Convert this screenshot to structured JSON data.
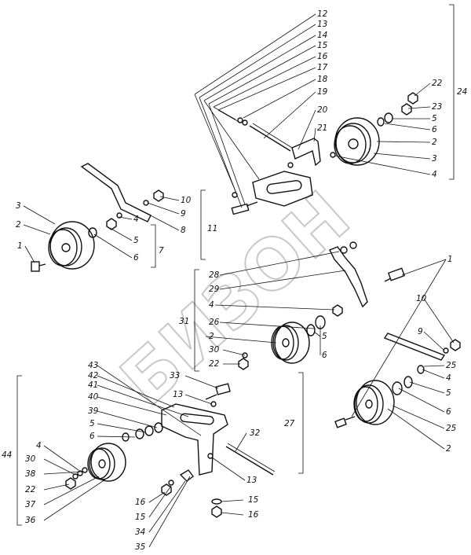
{
  "watermark": {
    "text": "БИЗОН"
  },
  "labels": [
    {
      "id": "l12",
      "text": "12"
    },
    {
      "id": "l13a",
      "text": "13"
    },
    {
      "id": "l14",
      "text": "14"
    },
    {
      "id": "l15a",
      "text": "15"
    },
    {
      "id": "l16a",
      "text": "16"
    },
    {
      "id": "l17",
      "text": "17"
    },
    {
      "id": "l18",
      "text": "18"
    },
    {
      "id": "l19",
      "text": "19"
    },
    {
      "id": "l20",
      "text": "20"
    },
    {
      "id": "l21",
      "text": "21"
    },
    {
      "id": "l22a",
      "text": "22"
    },
    {
      "id": "l23",
      "text": "23"
    },
    {
      "id": "l5a",
      "text": "5"
    },
    {
      "id": "l6a",
      "text": "6"
    },
    {
      "id": "l2a",
      "text": "2"
    },
    {
      "id": "l3a",
      "text": "3"
    },
    {
      "id": "l4a",
      "text": "4"
    },
    {
      "id": "l24",
      "text": "24"
    },
    {
      "id": "l10a",
      "text": "10"
    },
    {
      "id": "l9a",
      "text": "9"
    },
    {
      "id": "l8",
      "text": "8"
    },
    {
      "id": "l11",
      "text": "11"
    },
    {
      "id": "l3b",
      "text": "3"
    },
    {
      "id": "l2b",
      "text": "2"
    },
    {
      "id": "l4b",
      "text": "4"
    },
    {
      "id": "l5b",
      "text": "5"
    },
    {
      "id": "l6b",
      "text": "6"
    },
    {
      "id": "l7",
      "text": "7"
    },
    {
      "id": "l1a",
      "text": "1"
    },
    {
      "id": "l1b",
      "text": "1"
    },
    {
      "id": "l28",
      "text": "28"
    },
    {
      "id": "l29",
      "text": "29"
    },
    {
      "id": "l4c",
      "text": "4"
    },
    {
      "id": "l31",
      "text": "31"
    },
    {
      "id": "l26",
      "text": "26"
    },
    {
      "id": "l2c",
      "text": "2"
    },
    {
      "id": "l5c",
      "text": "5"
    },
    {
      "id": "l6c",
      "text": "6"
    },
    {
      "id": "l30a",
      "text": "30"
    },
    {
      "id": "l22b",
      "text": "22"
    },
    {
      "id": "l10b",
      "text": "10"
    },
    {
      "id": "l9b",
      "text": "9"
    },
    {
      "id": "l25a",
      "text": "25"
    },
    {
      "id": "l4d",
      "text": "4"
    },
    {
      "id": "l5d",
      "text": "5"
    },
    {
      "id": "l6d",
      "text": "6"
    },
    {
      "id": "l25b",
      "text": "25"
    },
    {
      "id": "l2d",
      "text": "2"
    },
    {
      "id": "l27",
      "text": "27"
    },
    {
      "id": "l43",
      "text": "43"
    },
    {
      "id": "l42",
      "text": "42"
    },
    {
      "id": "l41",
      "text": "41"
    },
    {
      "id": "l40",
      "text": "40"
    },
    {
      "id": "l39",
      "text": "39"
    },
    {
      "id": "l5e",
      "text": "5"
    },
    {
      "id": "l6e",
      "text": "6"
    },
    {
      "id": "l33",
      "text": "33"
    },
    {
      "id": "l13b",
      "text": "13"
    },
    {
      "id": "l32",
      "text": "32"
    },
    {
      "id": "l13c",
      "text": "13"
    },
    {
      "id": "l44",
      "text": "44"
    },
    {
      "id": "l4e",
      "text": "4"
    },
    {
      "id": "l30b",
      "text": "30"
    },
    {
      "id": "l38",
      "text": "38"
    },
    {
      "id": "l22c",
      "text": "22"
    },
    {
      "id": "l37",
      "text": "37"
    },
    {
      "id": "l36",
      "text": "36"
    },
    {
      "id": "l16b",
      "text": "16"
    },
    {
      "id": "l15b",
      "text": "15"
    },
    {
      "id": "l34",
      "text": "34"
    },
    {
      "id": "l35",
      "text": "35"
    },
    {
      "id": "l15c",
      "text": "15"
    },
    {
      "id": "l16c",
      "text": "16"
    }
  ]
}
